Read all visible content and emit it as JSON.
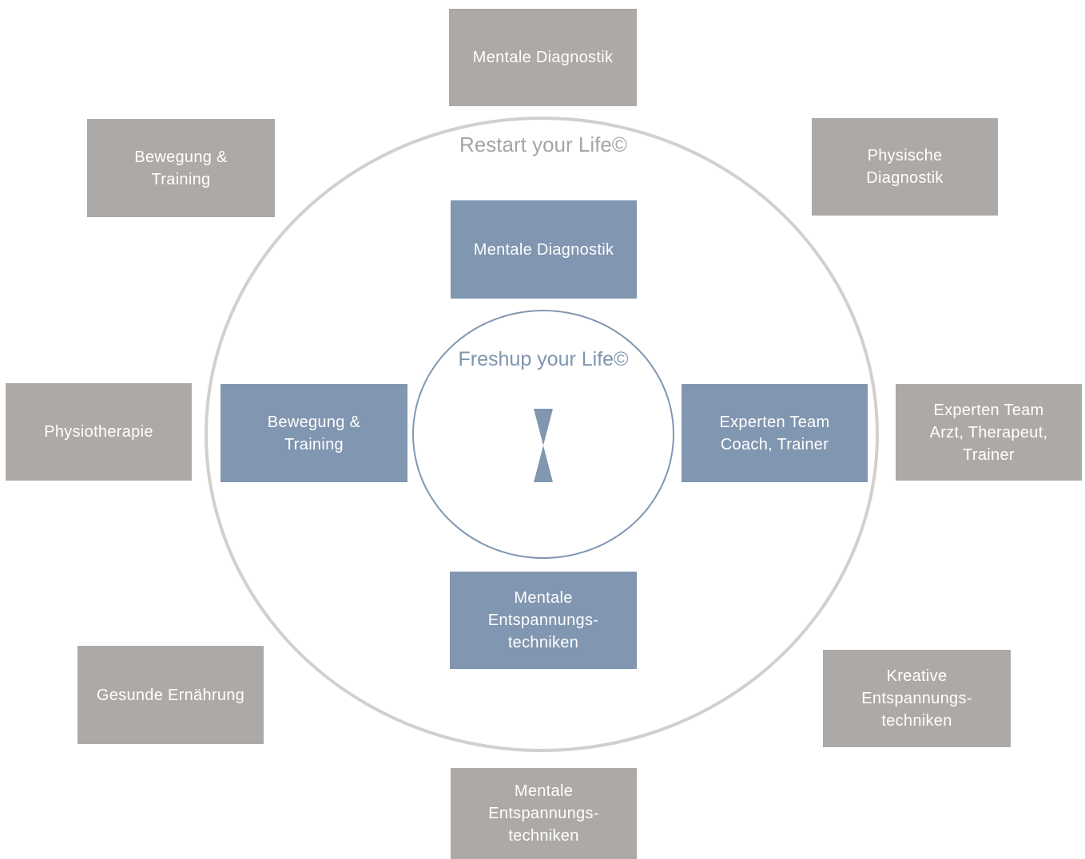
{
  "diagram": {
    "outer_title": "Restart your Life©",
    "inner_title": "Freshup your Life©",
    "colors": {
      "grey_box": "#ada9a6",
      "blue_box": "#8196b0",
      "outer_circle": "#d2d0cf",
      "inner_circle": "#8196b0"
    },
    "inner_boxes": [
      {
        "label": "Mentale Diagnostik"
      },
      {
        "label": "Bewegung &\nTraining"
      },
      {
        "label": "Experten Team\nCoach, Trainer"
      },
      {
        "label": "Mentale\nEntspannungs-\ntechniken"
      }
    ],
    "outer_boxes": [
      {
        "label": "Mentale Diagnostik"
      },
      {
        "label": "Physische\nDiagnostik"
      },
      {
        "label": "Experten Team\nArzt, Therapeut,\nTrainer"
      },
      {
        "label": "Kreative\nEntspannungs-\ntechniken"
      },
      {
        "label": "Mentale\nEntspannungs-\ntechniken"
      },
      {
        "label": "Gesunde Ernährung"
      },
      {
        "label": "Physiotherapie"
      },
      {
        "label": "Bewegung &\nTraining"
      }
    ],
    "center_icon": "hourglass-icon"
  }
}
